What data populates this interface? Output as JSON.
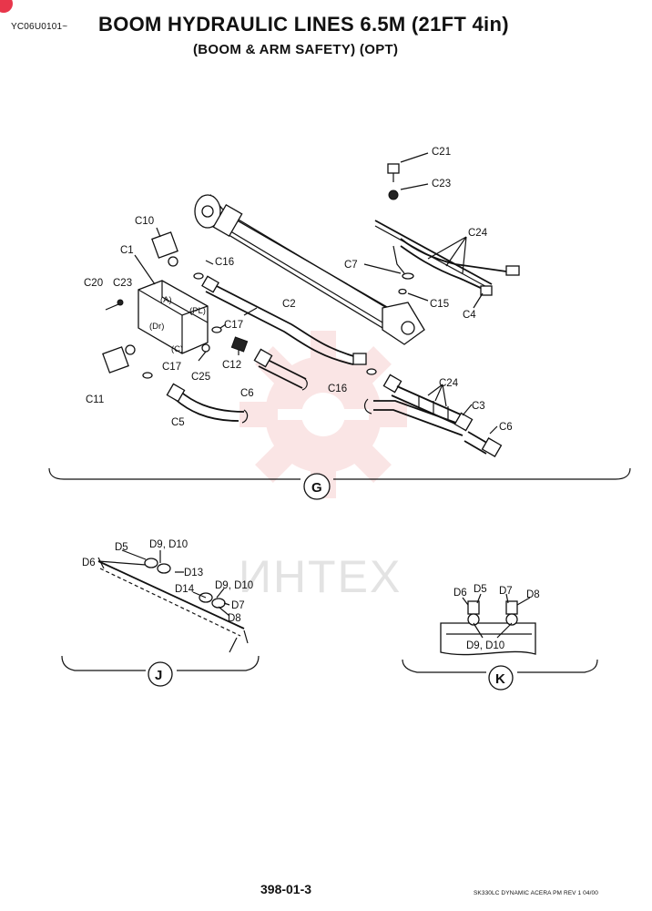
{
  "header": {
    "code": "YC06U0101~",
    "title": "BOOM HYDRAULIC LINES 6.5M (21FT 4in)",
    "subtitle": "(BOOM & ARM SAFETY) (OPT)"
  },
  "watermark": {
    "text": "ИНТЕХ",
    "color": "#f2b6b6"
  },
  "diagram": {
    "views": {
      "g": "G",
      "j": "J",
      "k": "K"
    },
    "labels": {
      "c21": "C21",
      "c23_top": "C23",
      "c24_top": "C24",
      "c7": "C7",
      "c15": "C15",
      "c4": "C4",
      "c10": "C10",
      "c1": "C1",
      "c16_top": "C16",
      "c20": "C20",
      "c23_left": "C23",
      "port_a": "(A)",
      "port_pl": "(PL)",
      "port_dr": "(Dr)",
      "port_c": "(C)",
      "c17_mid": "C17",
      "c2": "C2",
      "c25": "C25",
      "c12": "C12",
      "c6_left": "C6",
      "c17_low": "C17",
      "c11": "C11",
      "c5": "C5",
      "c16_low": "C16",
      "c24_low": "C24",
      "c3": "C3",
      "c6_right": "C6",
      "d5_j": "D5",
      "d9d10_j1": "D9, D10",
      "d6_j": "D6",
      "d13": "D13",
      "d14": "D14",
      "d9d10_j2": "D9, D10",
      "d7_j": "D7",
      "d8_j": "D8",
      "d6_k": "D6",
      "d5_k": "D5",
      "d7_k": "D7",
      "d8_k": "D8",
      "d9d10_k": "D9, D10"
    }
  },
  "footer": {
    "page": "398-01-3",
    "model": "SK330LC DYNAMIC ACERA PM  REV 1 04/00"
  }
}
